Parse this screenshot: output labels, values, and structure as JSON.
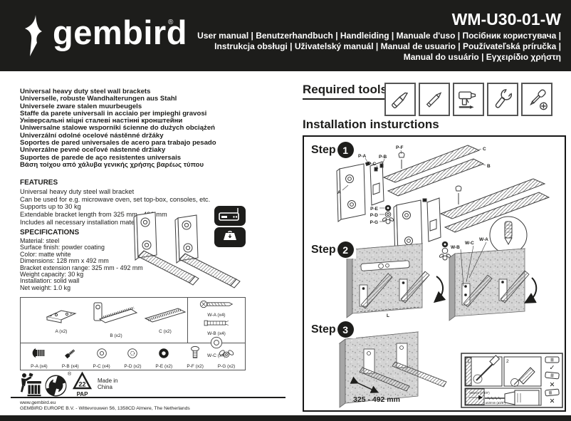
{
  "header": {
    "logo_text": "gembird",
    "logo_reg": "®",
    "model": "WM-U30-01-W",
    "languages": [
      "User manual | Benutzerhandbuch | Handleiding | Manuale d'uso | Посібник користувача |",
      "Instrukcja obsługi | Uživatelský manuál | Manual de usuario | Používateľská príručka |",
      "Manual do usuário | Εγχειρίδιο χρήστη"
    ]
  },
  "product_names": [
    "Universal heavy duty steel wall brackets",
    "Universelle, robuste Wandhalterungen aus Stahl",
    "Universele zware stalen muurbeugels",
    "Staffe da parete universali in acciaio per impieghi gravosi",
    "Універсальні міцні сталеві настінні кронштейни",
    "Uniwersalne stalowe wsporniki ścienne do dużych obciążeń",
    "Univerzální odolné ocelové nástěnné držáky",
    "Soportes de pared universales de acero para trabajo pesado",
    "Univerzálne pevné oceľové nástenné držiaky",
    "Suportes de parede de aço resistentes universais",
    "Βάση τοίχου από χάλυβα γενικής χρήσης βαρέως τύπου"
  ],
  "features": {
    "title": "FEATURES",
    "items": [
      "Universal heavy duty steel wall bracket",
      "Can be used for e.g. microwave oven, set top-box, consoles, etc.",
      "Supports up to 30 kg",
      "Extendable bracket length from 325 mm - 492 mm",
      "Includes all necessary installation materials"
    ]
  },
  "specifications": {
    "title": "SPECIFICATIONS",
    "items": [
      "Material: steel",
      "Surface finish: powder coating",
      "Color: matte white",
      "Dimensions: 128 mm x 492 mm",
      "Bracket extension range: 325 mm - 492 mm",
      "Weight capacity: 30 kg",
      "Installation: solid wall",
      "Net weight: 1.0 kg"
    ]
  },
  "badges": {
    "max_load": "max. 30 kg"
  },
  "required_tools": {
    "title": "Required tools",
    "tools": [
      "utility-knife",
      "pencil",
      "drill",
      "wrench",
      "phillips-screwdriver"
    ]
  },
  "installation": {
    "title": "Installation insturctions",
    "step_label": "Step",
    "step_numbers": [
      "1",
      "2",
      "3"
    ],
    "step1": {
      "pa": "P-A",
      "pb": "P-B",
      "pc": "P-C",
      "pf": "P-F",
      "pe": "P-E",
      "pd": "P-D",
      "pg": "P-G",
      "a": "A",
      "b": "B",
      "c": "C"
    },
    "step2": {
      "l": "L",
      "wa": "W-A",
      "wb": "W-B",
      "wc": "W-C"
    },
    "step3": {
      "range": "325 - 492 mm",
      "panel1": "1",
      "panel2": "2",
      "depth": "≥60mm (2 3/8\")",
      "diameter": "ø10mm (ø3/8\")",
      "check": "✓",
      "cross": "✕"
    }
  },
  "parts": {
    "main": [
      "A (x2)",
      "B (x2)",
      "C (x2)"
    ],
    "wall": [
      "W-A (x4)",
      "W-B (x4)",
      "W-C (x4)"
    ],
    "screws": [
      "P-A (x4)",
      "P-B (x4)",
      "P-C (x4)",
      "P-D (x2)",
      "P-E (x2)",
      "P-F (x2)",
      "P-G (x2)"
    ]
  },
  "compliance": {
    "reg": "®",
    "pap_code": "22",
    "pap_label": "PAP",
    "made_in": "Made in China",
    "icons": [
      "tidyman-bin",
      "green-dot",
      "pap-22-recycling"
    ]
  },
  "footer": {
    "website": "www.gembird.eu",
    "address": "GEMBIRD EUROPE B.V. - Wittevrouwen 56, 1358CD Almere, The Netherlands"
  },
  "colors": {
    "bar_black": "#1d1d1b",
    "wall_gray": "#d4d4d4",
    "white": "#ffffff"
  }
}
